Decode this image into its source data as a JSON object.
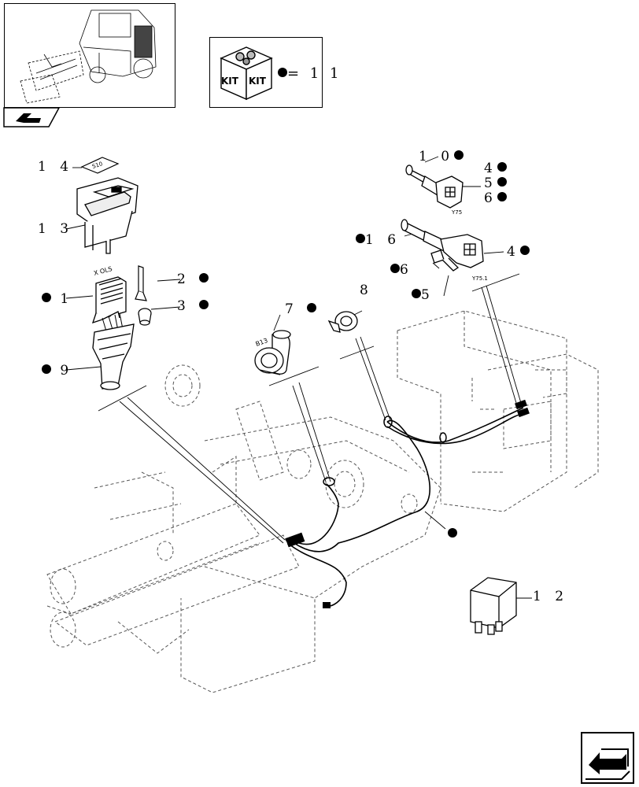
{
  "thumbnail": {
    "icon": "tractor-overview-thumbnail"
  },
  "kit": {
    "label_left": "KIT",
    "label_right": "KIT",
    "legend_suffix": "= 1 1",
    "icon": "kit-box-icon"
  },
  "callouts": {
    "c14": "1 4",
    "c13": "1 3",
    "c1": "1",
    "c2": "2",
    "c3": "3",
    "c9": "9",
    "c7": "7",
    "c8": "8",
    "c10": "1 0",
    "c4a": "4",
    "c5a": "5",
    "c6a": "6",
    "c16": "1 6",
    "c4b": "4",
    "c6b": "6",
    "c5b": "5",
    "c12": "1 2"
  },
  "part_labels": {
    "switch_label": "S10",
    "connector_label": "X OLS",
    "elbow_label": "B13",
    "y75_label": "Y75",
    "y751_label": "Y75.1"
  },
  "navigation": {
    "back_icon": "arrow-back-icon",
    "next_icon": "arrow-next-icon"
  },
  "colors": {
    "line": "#000000",
    "phantom": "#555555",
    "background": "#ffffff"
  }
}
